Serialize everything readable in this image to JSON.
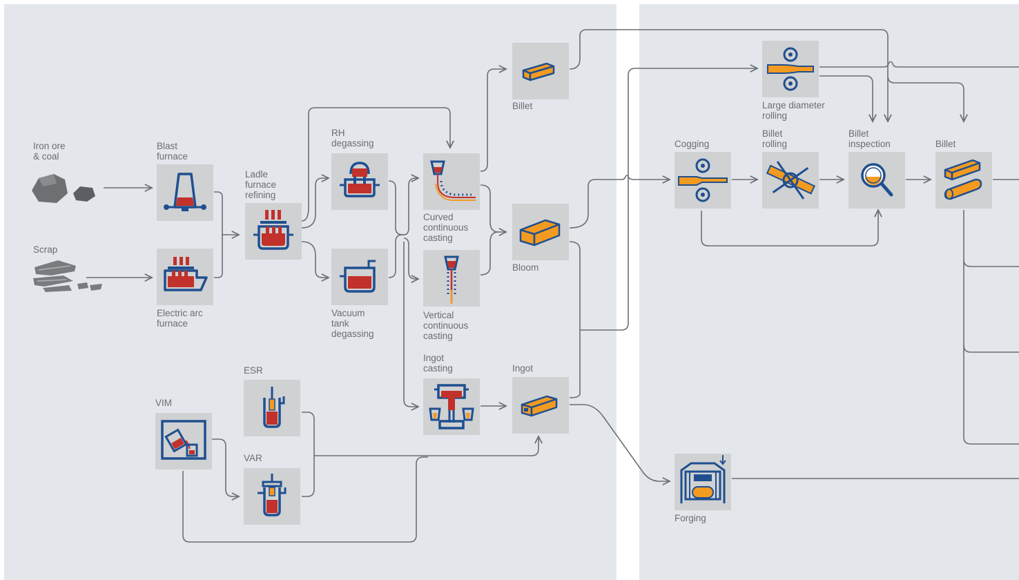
{
  "labels": {
    "iron_ore": "Iron ore\n& coal",
    "scrap": "Scrap",
    "blast_furnace": "Blast\nfurnace",
    "eaf": "Electric arc\nfurnace",
    "ladle": "Ladle\nfurnace\nrefining",
    "rh": "RH\ndegassing",
    "vacuum": "Vacuum\ntank\ndegassing",
    "curved": "Curved\ncontinuous\ncasting",
    "vertical": "Vertical\ncontinuous\ncasting",
    "ingot_casting": "Ingot\ncasting",
    "billet_left": "Billet",
    "bloom": "Bloom",
    "ingot": "Ingot",
    "esr": "ESR",
    "vim": "VIM",
    "var": "VAR",
    "large_diameter": "Large diameter\nrolling",
    "cogging": "Cogging",
    "billet_rolling": "Billet\nrolling",
    "billet_inspection": "Billet\ninspection",
    "billet_right": "Billet",
    "forging": "Forging"
  },
  "colors": {
    "panel": "#e3e7ec",
    "node": "#cfd1d3",
    "line": "#6b6e72",
    "blue": "#1f4f8f",
    "red": "#c2312b",
    "orange": "#f39a21",
    "text": "#6a6c70"
  },
  "icons": [
    "iron-ore-icon",
    "scrap-icon",
    "blast-furnace-icon",
    "electric-arc-furnace-icon",
    "ladle-furnace-icon",
    "rh-degassing-icon",
    "vacuum-tank-icon",
    "curved-casting-icon",
    "vertical-casting-icon",
    "ingot-casting-icon",
    "billet-icon",
    "bloom-icon",
    "ingot-icon",
    "esr-icon",
    "vim-icon",
    "var-icon",
    "large-diameter-rolling-icon",
    "cogging-icon",
    "billet-rolling-icon",
    "billet-inspection-icon",
    "billet-pair-icon",
    "forging-icon"
  ]
}
